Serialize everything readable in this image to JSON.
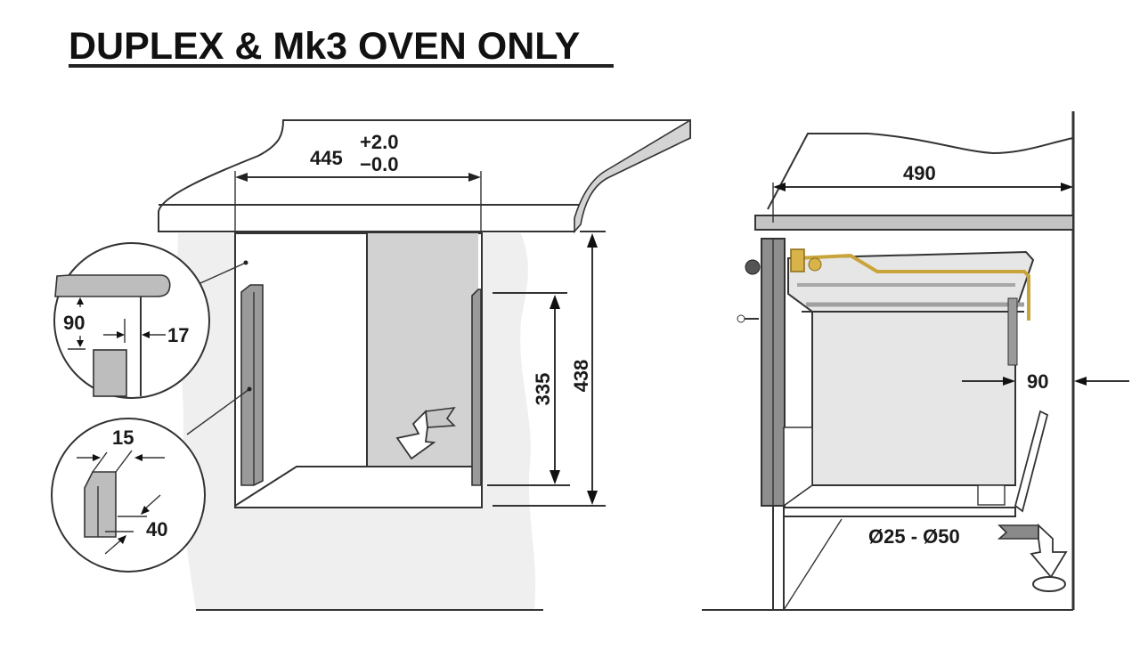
{
  "title": "DUPLEX & Mk3 OVEN ONLY",
  "colors": {
    "line": "#333333",
    "panel_grey": "#d4d4d4",
    "wall_grey": "#efefef",
    "support_grey": "#9a9a9a",
    "gas_pipe_brass": "#c9a43a"
  },
  "left_view": {
    "description": "Front view of cabinet opening under worktop",
    "width_dimension": {
      "value": "445",
      "tolerance_plus": "+2.0",
      "tolerance_minus": "−0.0"
    },
    "inner_height_dimension": "335",
    "outer_height_dimension": "438",
    "detail_top": {
      "gap_dimension": "90",
      "thickness_dimension": "17"
    },
    "detail_bottom": {
      "width_dimension": "15",
      "depth_dimension": "40"
    },
    "arrow_icon": "insert-arrow"
  },
  "right_view": {
    "description": "Side section view of installed oven",
    "depth_dimension": "490",
    "rear_gap_dimension": "90",
    "vent_hole_label": "Ø25 - Ø50",
    "arrow_icon": "vent-arrow"
  }
}
